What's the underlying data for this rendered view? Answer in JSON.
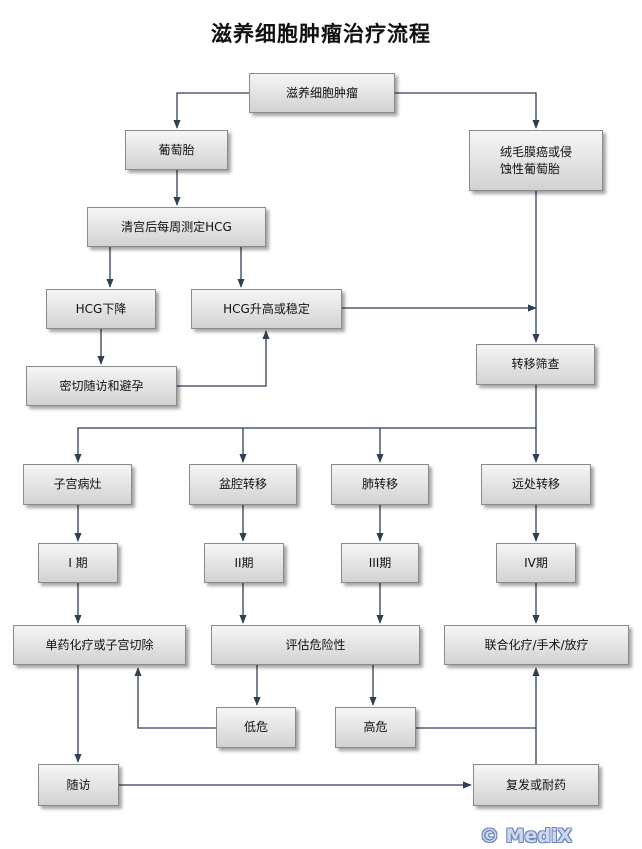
{
  "title": "滋养细胞肿瘤治疗流程",
  "nodes": {
    "root": "滋养细胞肿瘤",
    "mole": "葡萄胎",
    "chorio": "绒毛膜癌或侵\n蚀性葡萄胎",
    "weekly_hcg": "清宫后每周测定HCG",
    "hcg_down": "HCG下降",
    "hcg_up": "HCG升高或稳定",
    "followup_contra": "密切随访和避孕",
    "metastasis_screen": "转移筛查",
    "uterine": "子宫病灶",
    "pelvic": "盆腔转移",
    "lung": "肺转移",
    "distant": "远处转移",
    "stage1": "I 期",
    "stage2": "II期",
    "stage3": "III期",
    "stage4": "IV期",
    "single_drug": "单药化疗或子宫切除",
    "risk_assess": "评估危险性",
    "combined": "联合化疗/手术/放疗",
    "low_risk": "低危",
    "high_risk": "高危",
    "followup": "随访",
    "relapse": "复发或耐药"
  },
  "watermark": "© MediX",
  "colors": {
    "line": "#2f3f55",
    "box_top": "#f6f6f6",
    "box_bottom": "#d2d2d2"
  }
}
